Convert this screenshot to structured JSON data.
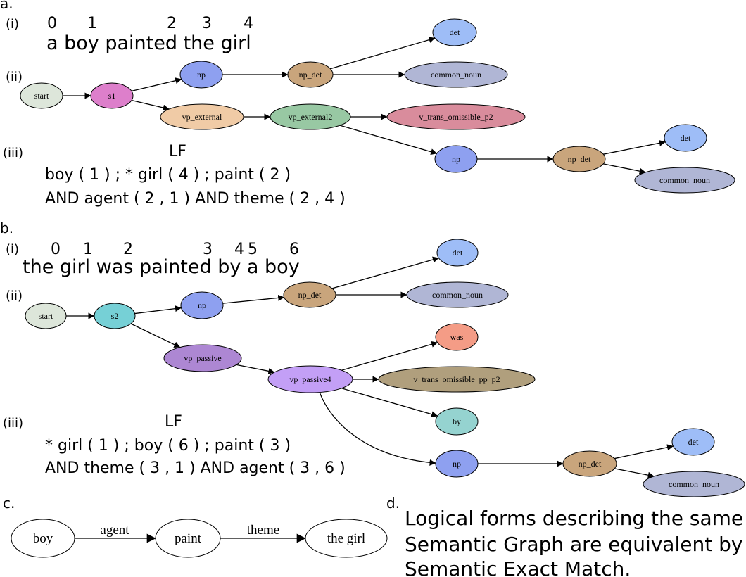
{
  "section_a": {
    "letter": "a.",
    "marks": [
      "(i)",
      "(ii)",
      "(iii)"
    ],
    "indices": [
      "0",
      "1",
      "2",
      "3",
      "4"
    ],
    "sentence": "a boy painted the girl",
    "lf_title": "LF",
    "lf_line1": "boy ( 1 ) ; * girl ( 4 ) ; paint ( 2 )",
    "lf_line2": "AND agent ( 2 , 1 ) AND theme ( 2 , 4 )",
    "nodes": [
      {
        "id": "a_start",
        "label": "start",
        "color": "#dde6da"
      },
      {
        "id": "a_s1",
        "label": "s1",
        "color": "#dd7fcb"
      },
      {
        "id": "a_np1",
        "label": "np",
        "color": "#8ea0f0"
      },
      {
        "id": "a_npdet1",
        "label": "np_det",
        "color": "#c9a57c"
      },
      {
        "id": "a_det1",
        "label": "det",
        "color": "#9ebdf7"
      },
      {
        "id": "a_cn1",
        "label": "common_noun",
        "color": "#b0b6d5"
      },
      {
        "id": "a_vpext",
        "label": "vp_external",
        "color": "#f0cba6"
      },
      {
        "id": "a_vpext2",
        "label": "vp_external2",
        "color": "#98c8a3"
      },
      {
        "id": "a_vtrans",
        "label": "v_trans_omissible_p2",
        "color": "#d98c9c"
      },
      {
        "id": "a_np2",
        "label": "np",
        "color": "#8ea0f0"
      },
      {
        "id": "a_npdet2",
        "label": "np_det",
        "color": "#c9a57c"
      },
      {
        "id": "a_det2",
        "label": "det",
        "color": "#9ebdf7"
      },
      {
        "id": "a_cn2",
        "label": "common_noun",
        "color": "#b0b6d5"
      }
    ]
  },
  "section_b": {
    "letter": "b.",
    "marks": [
      "(i)",
      "(ii)",
      "(iii)"
    ],
    "indices": [
      "0",
      "1",
      "2",
      "3",
      "4",
      "5",
      "6"
    ],
    "sentence": "the girl was painted by a boy",
    "lf_title": "LF",
    "lf_line1": "* girl ( 1 ) ; boy ( 6 ) ; paint ( 3 )",
    "lf_line2": "AND  theme ( 3 , 1 ) AND agent ( 3 , 6 )",
    "nodes": [
      {
        "id": "b_start",
        "label": "start",
        "color": "#dde6da"
      },
      {
        "id": "b_s2",
        "label": "s2",
        "color": "#76d0d6"
      },
      {
        "id": "b_np1",
        "label": "np",
        "color": "#8ea0f0"
      },
      {
        "id": "b_npdet1",
        "label": "np_det",
        "color": "#c9a57c"
      },
      {
        "id": "b_det1",
        "label": "det",
        "color": "#9ebdf7"
      },
      {
        "id": "b_cn1",
        "label": "common_noun",
        "color": "#b0b6d5"
      },
      {
        "id": "b_vppass",
        "label": "vp_passive",
        "color": "#ad87d3"
      },
      {
        "id": "b_vppass4",
        "label": "vp_passive4",
        "color": "#c39ff6"
      },
      {
        "id": "b_was",
        "label": "was",
        "color": "#f49c86"
      },
      {
        "id": "b_vtrans",
        "label": "v_trans_omissible_pp_p2",
        "color": "#b09f7d"
      },
      {
        "id": "b_by",
        "label": "by",
        "color": "#95d3d0"
      },
      {
        "id": "b_np2",
        "label": "np",
        "color": "#8ea0f0"
      },
      {
        "id": "b_npdet2",
        "label": "np_det",
        "color": "#c9a57c"
      },
      {
        "id": "b_det2",
        "label": "det",
        "color": "#9ebdf7"
      },
      {
        "id": "b_cn2",
        "label": "common_noun",
        "color": "#b0b6d5"
      }
    ]
  },
  "section_c": {
    "letter": "c.",
    "nodes": [
      {
        "id": "c_boy",
        "label": "boy",
        "color": "#ffffff"
      },
      {
        "id": "c_paint",
        "label": "paint",
        "color": "#ffffff"
      },
      {
        "id": "c_girl",
        "label": "the girl",
        "color": "#ffffff"
      }
    ],
    "edge_labels": [
      "agent",
      "theme"
    ]
  },
  "section_d": {
    "letter": "d.",
    "lines": [
      "Logical forms describing the same",
      "Semantic Graph are equivalent by",
      "Semantic Exact Match."
    ]
  }
}
